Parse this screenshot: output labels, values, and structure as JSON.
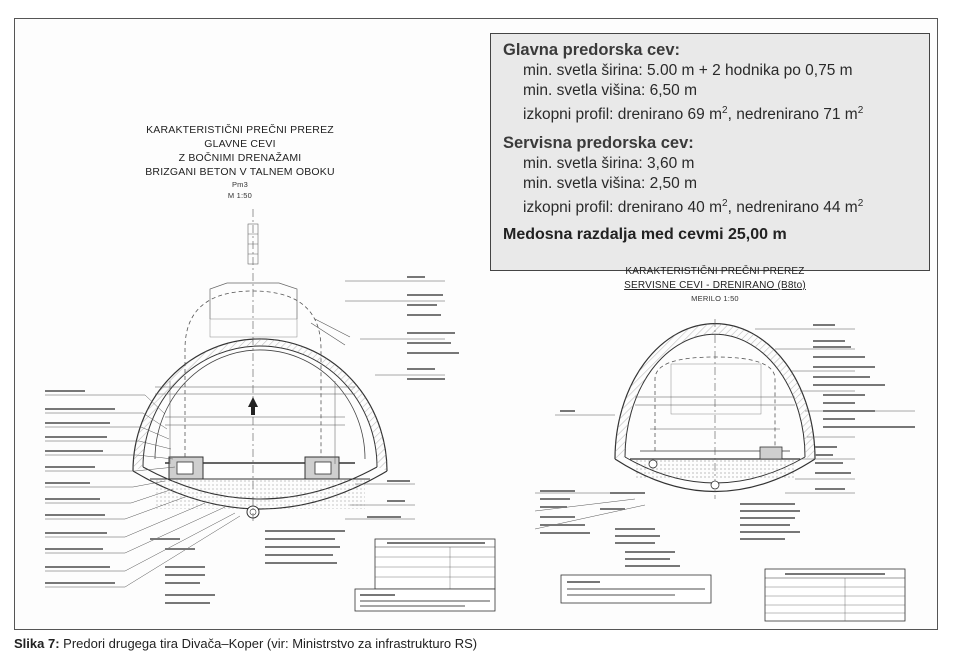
{
  "info_box": {
    "main_tube": {
      "heading": "Glavna predorska cev:",
      "width": "min. svetla širina:  5.00 m + 2 hodnika po 0,75  m",
      "height": "min. svetla višina: 6,50 m",
      "profile_prefix": "izkopni profil:  drenirano 69 m",
      "profile_mid": ", nedrenirano 71 m",
      "sup": "2"
    },
    "service_tube": {
      "heading": "Servisna predorska cev:",
      "width": "min. svetla širina:  3,60 m",
      "height": "min. svetla višina: 2,50 m",
      "profile_prefix": "izkopni profil:  drenirano 40 m",
      "profile_mid": ", nedrenirano 44 m",
      "sup": "2"
    },
    "axis_distance": "Medosna razdalja med cevmi 25,00 m"
  },
  "main_section": {
    "title_1": "KARAKTERISTIČNI PREČNI PREREZ",
    "title_2": "GLAVNE CEVI",
    "title_3": "Z BOČNIMI DRENAŽAMI",
    "title_4": "BRIZGANI BETON V TALNEM OBOKU",
    "type": "Pm3",
    "scale": "M 1:50"
  },
  "service_section": {
    "title_1": "KARAKTERISTIČNI PREČNI PREREZ",
    "title_2": "SERVISNE CEVI - DRENIRANO (B8to)",
    "scale": "MERILO 1:50"
  },
  "caption": {
    "label": "Slika 7:",
    "text": " Predori drugega tira Divača–Koper (vir: Ministrstvo za infrastrukturo RS)"
  },
  "colors": {
    "line": "#333333",
    "hatch": "#888888",
    "box": "#e9e9e9"
  }
}
